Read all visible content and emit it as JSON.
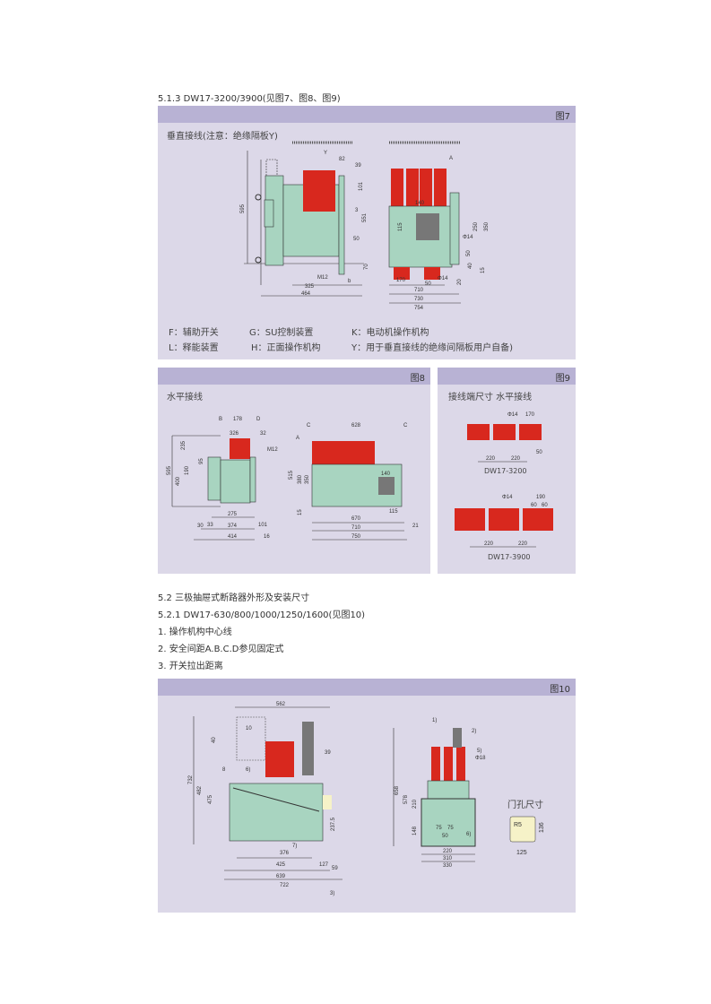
{
  "heading_513": "5.1.3 DW17-3200/3900(见图7、图8、图9)",
  "fig7": {
    "label": "图7",
    "subtitle": "垂直接线(注意：绝缘隔板Y)",
    "dims_side": [
      "595",
      "82",
      "39",
      "101",
      "3",
      "551",
      "50",
      "70",
      "M12",
      "325",
      "464",
      "b",
      "Y"
    ],
    "dims_front": [
      "A",
      "140",
      "115",
      "250",
      "350",
      "Φ14",
      "50",
      "40",
      "15",
      "20",
      "170",
      "50",
      "Φ14",
      "710",
      "730",
      "754"
    ],
    "legend": [
      [
        "F：辅助开关",
        "G：SU控制装置",
        "K：电动机操作机构"
      ],
      [
        "L：释能装置",
        "H：正面操作机构",
        "Y：用于垂直接线的绝缘间隔板用户自备)"
      ]
    ]
  },
  "fig8": {
    "label": "图8",
    "subtitle": "水平接线",
    "dims_side": [
      "B",
      "178",
      "D",
      "326",
      "32",
      "M12",
      "235",
      "595",
      "400",
      "190",
      "95",
      "33",
      "275",
      "101",
      "374",
      "30",
      "414",
      "16"
    ],
    "dims_front": [
      "C",
      "628",
      "C",
      "A",
      "515",
      "380",
      "350",
      "140",
      "670",
      "710",
      "750",
      "21",
      "15",
      "115"
    ]
  },
  "fig9": {
    "label": "图9",
    "subtitle": "接线端尺寸  水平接线",
    "dims_3200": [
      "Φ14",
      "170",
      "220",
      "220",
      "50"
    ],
    "model_3200": "DW17-3200",
    "dims_3900": [
      "Φ14",
      "190",
      "60",
      "60",
      "220",
      "220"
    ],
    "model_3900": "DW17-3900"
  },
  "section_52": [
    "5.2 三极抽屉式断路器外形及安装尺寸",
    "5.2.1 DW17-630/800/1000/1250/1600(见图10)",
    "1. 操作机构中心线",
    "2. 安全间距A.B.C.D参见固定式",
    "3. 开关拉出距离"
  ],
  "fig10": {
    "label": "图10",
    "dims_side": [
      "562",
      "10",
      "40",
      "39",
      "8",
      "6)",
      "732",
      "482",
      "475",
      "237.5",
      "7)",
      "376",
      "425",
      "127",
      "59",
      "639",
      "722",
      "3)"
    ],
    "dims_front": [
      "1)",
      "2)",
      "5)",
      "Φ18",
      "658",
      "578",
      "210",
      "148",
      "75",
      "75",
      "50",
      "6)",
      "220",
      "310",
      "330"
    ],
    "door_title": "门孔尺寸",
    "door_dims": [
      "R5",
      "136",
      "125"
    ]
  },
  "colors": {
    "panel": "#dcd8e8",
    "header": "#b8b2d4",
    "body": "#a8d4c0",
    "terminal": "#d8281e",
    "handle": "#707070",
    "door": "#f6f2c8"
  }
}
